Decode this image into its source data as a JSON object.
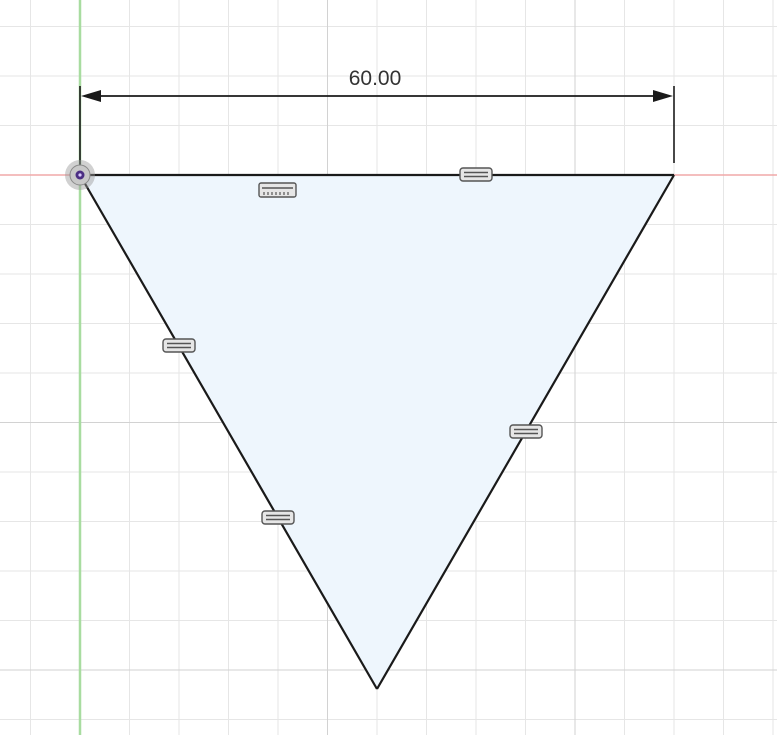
{
  "sketch": {
    "dimension_label": "60.00",
    "colors": {
      "background": "#ffffff",
      "grid_minor": "#e6e6e6",
      "grid_major": "#d2d2d2",
      "axis_vertical": "#a8dca0",
      "axis_horizontal": "#f0a8a8",
      "profile_fill": "#eef6fd",
      "sketch_line": "#1a1a1a",
      "dimension_line": "#1a1a1a",
      "origin_point": "#4b2e83"
    },
    "constraints": [
      {
        "type": "horizontal",
        "icon": "horizontal-constraint-icon"
      },
      {
        "type": "equal",
        "icon": "equal-constraint-icon"
      },
      {
        "type": "equal",
        "icon": "equal-constraint-icon"
      },
      {
        "type": "equal",
        "icon": "equal-constraint-icon"
      },
      {
        "type": "equal",
        "icon": "equal-constraint-icon"
      },
      {
        "type": "coincident",
        "icon": "coincident-constraint-icon"
      }
    ]
  }
}
